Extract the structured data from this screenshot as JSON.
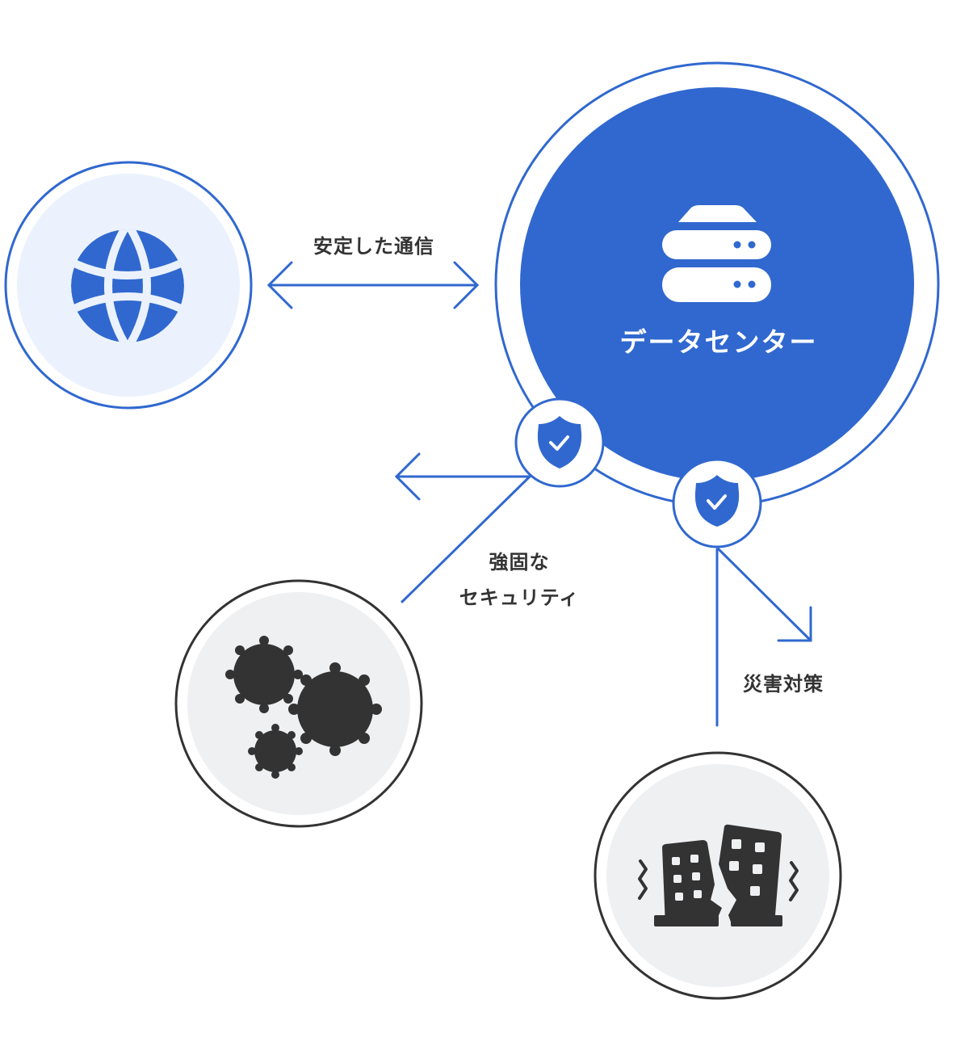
{
  "colors": {
    "primary_blue": "#3068CF",
    "light_blue_fill": "#EBF2FD",
    "dark_icon": "#333333",
    "gray_fill": "#EFF0F2",
    "text_dark": "#333333",
    "white": "#FFFFFF"
  },
  "center_node": {
    "label": "データセンター",
    "icon": "server-icon"
  },
  "nodes": [
    {
      "id": "internet",
      "icon": "globe-icon",
      "style": "blue"
    },
    {
      "id": "virus",
      "icon": "virus-icon",
      "style": "gray"
    },
    {
      "id": "earthquake",
      "icon": "earthquake-buildings-icon",
      "style": "gray"
    }
  ],
  "badges": [
    {
      "id": "security-badge",
      "icon": "shield-check-icon"
    },
    {
      "id": "disaster-badge",
      "icon": "shield-check-icon"
    }
  ],
  "connections": {
    "stable": {
      "label": "安定した通信",
      "type": "bidirectional-arrow"
    },
    "security": {
      "label_lines": [
        "強固な",
        "セキュリティ"
      ],
      "type": "deflect-arrow"
    },
    "disaster": {
      "label": "災害対策",
      "type": "deflect-arrow"
    }
  }
}
